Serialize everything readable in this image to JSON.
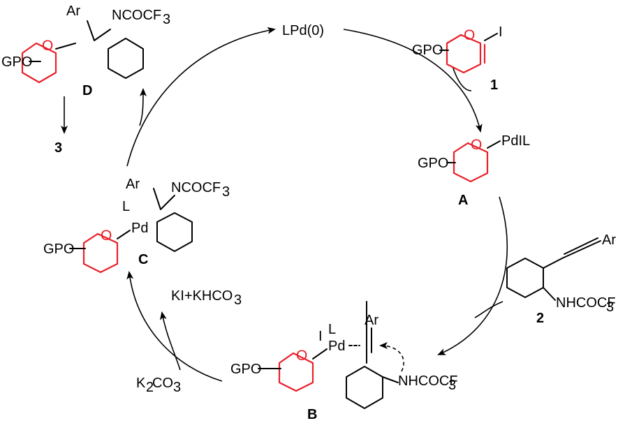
{
  "colors": {
    "pyran": "#e8202a",
    "ink": "#000000",
    "background": "#ffffff"
  },
  "labels": {
    "lpd": "LPd(0)",
    "gpo": "GPO",
    "o": "O",
    "i": "I",
    "pdil": "PdIL",
    "pd": "Pd",
    "l": "L",
    "ar": "Ar",
    "n_cocf3": "NCOCF",
    "nh_cocf3": "NHCOCF",
    "sub3": "3",
    "ki_khco3": "KI+KHCO",
    "k2co3_k": "K",
    "k2co3_2": "2",
    "k2co3_co": "CO",
    "sub_3": "3"
  },
  "compounds": {
    "c1": "1",
    "c2": "2",
    "c3": "3",
    "A": "A",
    "B": "B",
    "C": "C",
    "D": "D"
  }
}
